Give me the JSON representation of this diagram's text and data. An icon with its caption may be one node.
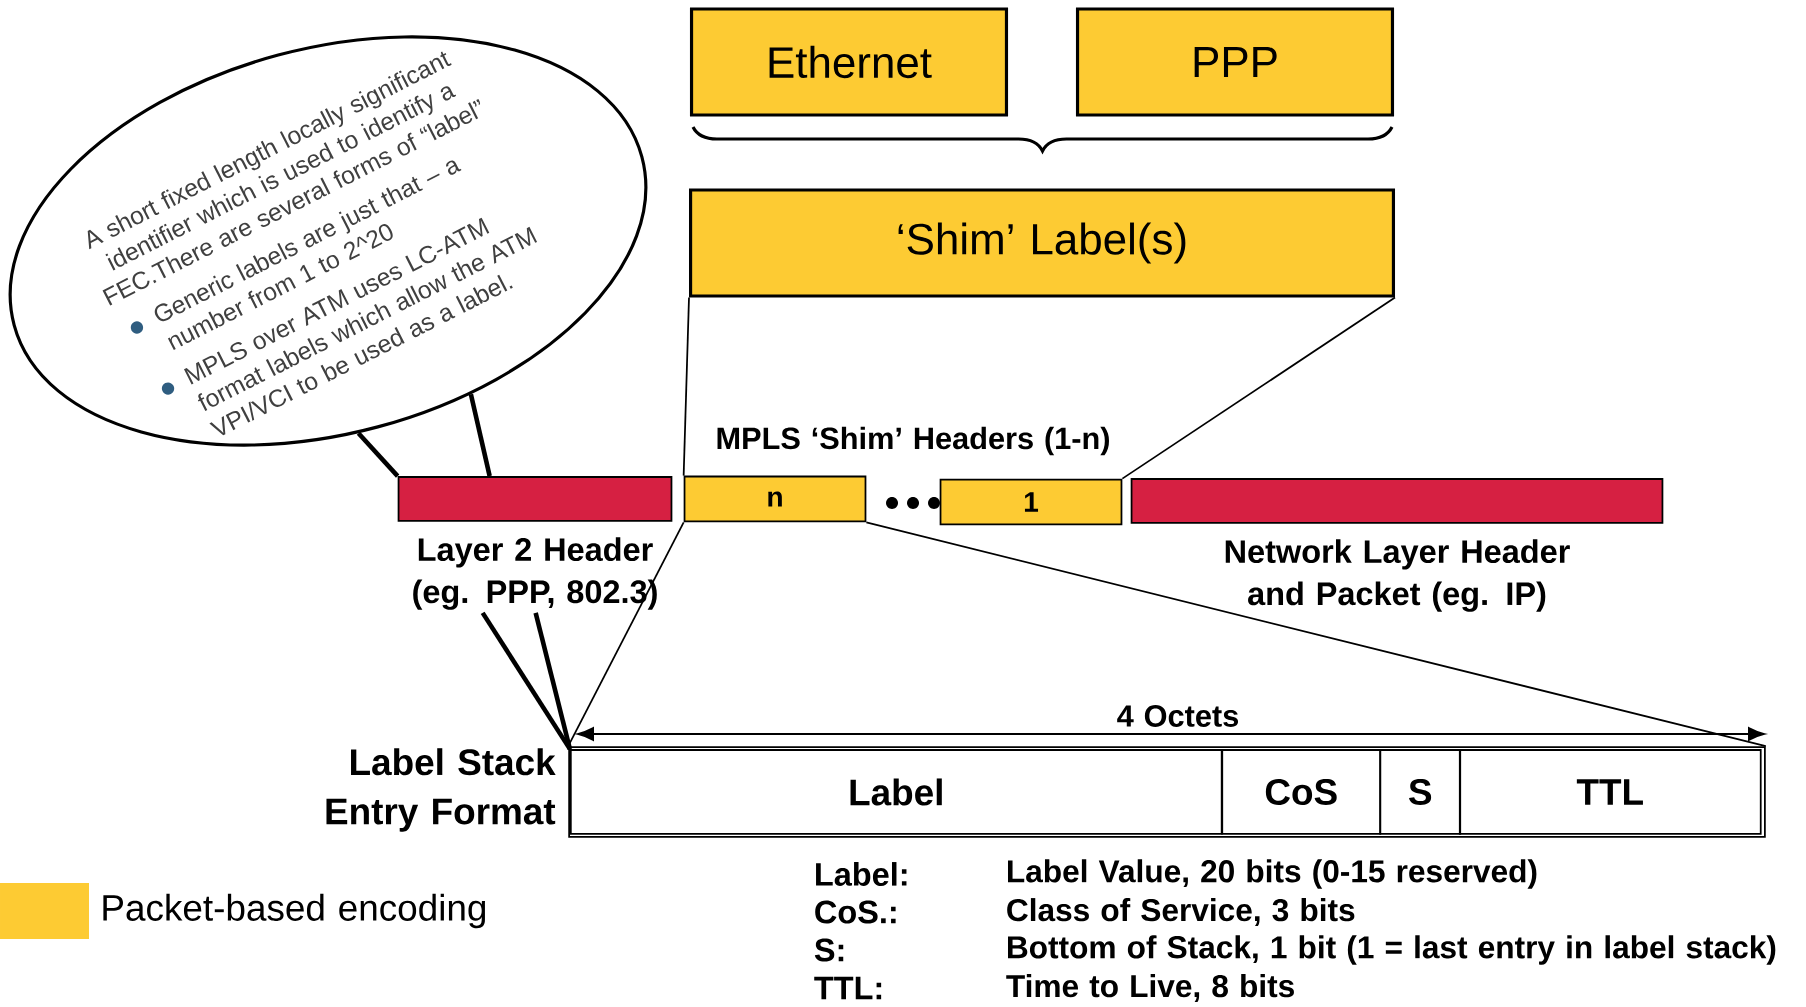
{
  "diagram": {
    "nodes": [
      {
        "text": [
          "A short fixed length locally significant identifier which is used to identify a FEC.There are several forms of “label”",
          "Generic labels are just that – a number from 1 to 2^20",
          "MPLS over ATM uses LC-ATM format labels which allow the ATM VPI/VCI to be used as a label."
        ]
      },
      {
        "text": [
          "Ethernet"
        ]
      },
      {
        "text": [
          "PPP"
        ]
      },
      {
        "text": [
          "‘Shim’ Label(s)"
        ]
      },
      {
        "text": [
          "Layer 2 Header (eg. PPP, 802.3)"
        ]
      },
      {
        "text": [
          "n"
        ]
      },
      {
        "text": [
          "1"
        ]
      },
      {
        "text": [
          "Network Layer Header and Packet (eg. IP)"
        ]
      },
      {
        "text": [
          "Label Stack Entry Format"
        ]
      },
      {
        "text": [
          "Label"
        ],
        "in": 8
      },
      {
        "text": [
          "CoS"
        ],
        "in": 8
      },
      {
        "text": [
          "S"
        ],
        "in": 8
      },
      {
        "text": [
          "TTL"
        ],
        "in": 8
      }
    ],
    "edges": [
      {
        "from": 3,
        "to": 5,
        "arrow": "none"
      },
      {
        "from": 3,
        "to": 6,
        "arrow": "none"
      },
      {
        "from": 5,
        "to": 8,
        "arrow": "none"
      },
      {
        "from": 5,
        "to": 8,
        "arrow": "none"
      },
      {
        "from": 0,
        "to": 4,
        "arrow": "none",
        "style": "thick"
      },
      {
        "from": 0,
        "to": 4,
        "arrow": "none",
        "style": "thick"
      },
      {
        "from": 4,
        "to": 9,
        "arrow": "none",
        "style": "thick"
      },
      {
        "from": 4,
        "to": 9,
        "arrow": "none",
        "style": "thick"
      }
    ],
    "labels": [
      "MPLS ‘Shim’ Headers (1-n)",
      "4 Octets",
      "Label:",
      "Label Value, 20 bits (0-15 reserved)",
      "CoS.:",
      "Class of Service, 3 bits",
      "S:",
      "Bottom of Stack, 1 bit (1 = last entry in label stack)",
      "TTL:",
      "Time to Live, 8 bits"
    ],
    "legend": [
      {
        "text": "Packet-based encoding",
        "color": "#fdcb33"
      }
    ]
  }
}
